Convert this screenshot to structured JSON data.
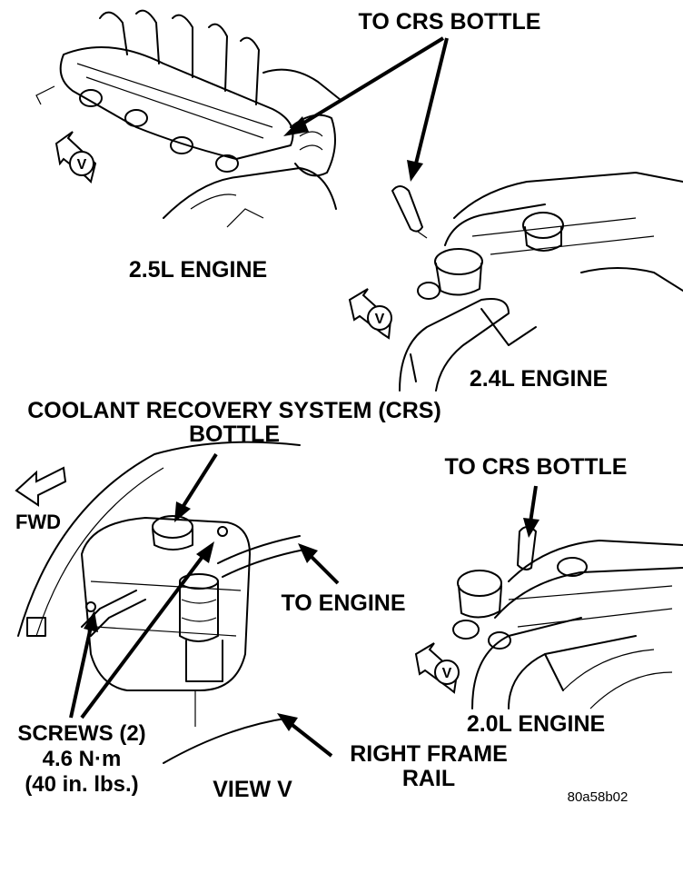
{
  "labels": {
    "to_crs_bottle_top": "TO CRS BOTTLE",
    "engine_25": "2.5L ENGINE",
    "engine_24": "2.4L ENGINE",
    "crs_line1": "COOLANT RECOVERY SYSTEM (CRS)",
    "crs_line2": "BOTTLE",
    "fwd": "FWD",
    "to_crs_bottle_right": "TO CRS BOTTLE",
    "to_engine": "TO ENGINE",
    "screws_line1": "SCREWS (2)",
    "screws_line2": "4.6 N·m",
    "screws_line3": "(40 in. lbs.)",
    "view": "VIEW V",
    "right_frame_line1": "RIGHT FRAME",
    "right_frame_line2": "RAIL",
    "engine_20": "2.0L ENGINE",
    "figure_id": "80a58b02",
    "view_marker": "V"
  },
  "icons": [
    "view-v-marker-icon",
    "fwd-arrow-icon"
  ]
}
